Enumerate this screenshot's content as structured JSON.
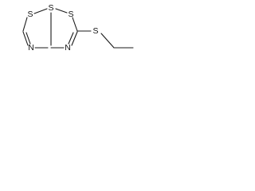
{
  "molecule": {
    "atoms": {
      "s_left": "S",
      "s_bridge": "S",
      "s_right": "S",
      "n_left": "N",
      "n_right": "N",
      "s_ethyl": "S"
    }
  },
  "colors": {
    "bond": "#1a1a1a",
    "label": "#111111",
    "background": "#ffffff"
  }
}
